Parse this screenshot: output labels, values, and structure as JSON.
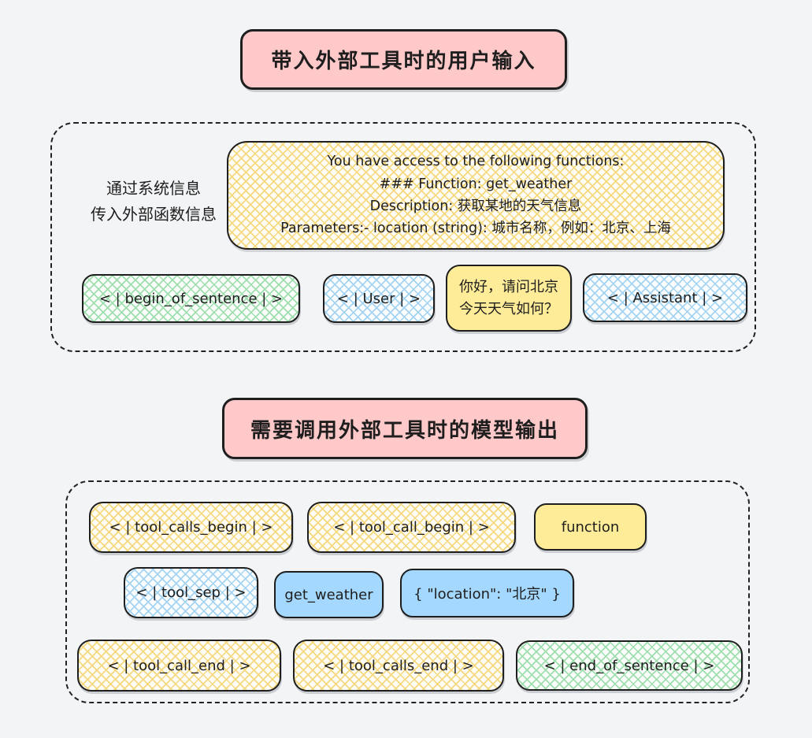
{
  "colors": {
    "background": "#f3f4f6",
    "ink": "#1e1e1e",
    "title_fill": "#ffc9c9",
    "solid_yellow": "#ffec99",
    "solid_blue": "#a5d8ff",
    "hatch_yellow": "#f6d87e",
    "hatch_blue": "#a5d4f2",
    "hatch_green": "#9fdfae"
  },
  "input_section": {
    "title": "带入外部工具时的用户输入",
    "side_label_line1": "通过系统信息",
    "side_label_line2": "传入外部函数信息",
    "system_message_lines": [
      "You have access to the following functions:",
      "### Function: get_weather",
      "Description: 获取某地的天气信息",
      "Parameters:- location (string): 城市名称，例如：北京、上海"
    ],
    "tokens": {
      "begin_of_sentence": "< | begin_of_sentence | >",
      "user": "< | User | >",
      "user_query_line1": "你好，请问北京",
      "user_query_line2": "今天天气如何？",
      "assistant": "< | Assistant | >"
    }
  },
  "output_section": {
    "title": "需要调用外部工具时的模型输出",
    "tokens": {
      "tool_calls_begin": "< | tool_calls_begin | >",
      "tool_call_begin": "< | tool_call_begin | >",
      "function_type": "function",
      "tool_sep": "< | tool_sep | >",
      "function_name": "get_weather",
      "function_args": "{ \"location\": \"北京\" }",
      "tool_call_end": "< | tool_call_end | >",
      "tool_calls_end": "< | tool_calls_end | >",
      "end_of_sentence": "< | end_of_sentence | >"
    }
  }
}
